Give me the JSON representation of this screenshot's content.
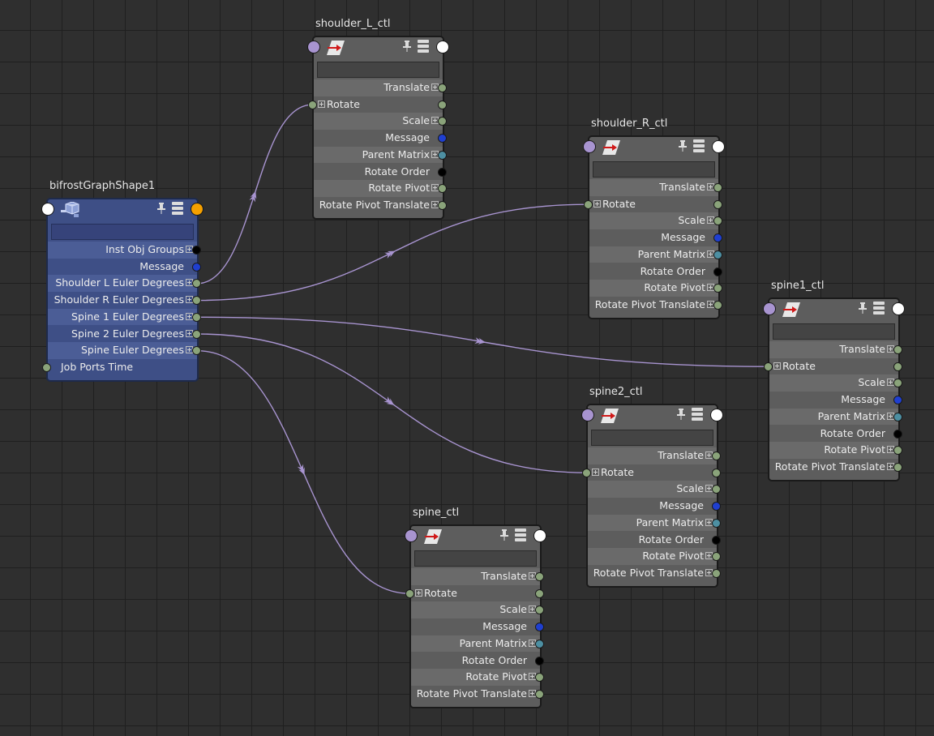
{
  "colors": {
    "wire": "#a894d0",
    "port_default": "#8aa37a",
    "port_message": "#1f3fd0",
    "port_matrix": "#4d8fa2",
    "port_order": "#000000",
    "port_input": "#a894d0",
    "port_output": "#ffffff",
    "port_orange": "#f5a000"
  },
  "icons": {
    "pin": "pin-icon",
    "stack": "attribute-stack-icon",
    "transform": "transform-arrow-icon",
    "bifrost": "bifrost-cube-icon"
  },
  "bifrost": {
    "title": "bifrostGraphShape1",
    "rows": [
      {
        "label": "Inst Obj Groups",
        "port": "order",
        "expand": true
      },
      {
        "label": "Message",
        "port": "message",
        "expand": false
      },
      {
        "label": "Shoulder L Euler Degrees",
        "port": "default",
        "expand": true
      },
      {
        "label": "Shoulder R Euler Degrees",
        "port": "default",
        "expand": true
      },
      {
        "label": "Spine 1 Euler Degrees",
        "port": "default",
        "expand": true
      },
      {
        "label": "Spine 2 Euler Degrees",
        "port": "default",
        "expand": true
      },
      {
        "label": "Spine Euler Degrees",
        "port": "default",
        "expand": true
      },
      {
        "label": "Job Ports Time",
        "port": "default",
        "expand": false,
        "left": true
      }
    ]
  },
  "nodes": [
    {
      "id": "shoulder_L",
      "title": "shoulder_L_ctl"
    },
    {
      "id": "shoulder_R",
      "title": "shoulder_R_ctl"
    },
    {
      "id": "spine1",
      "title": "spine1_ctl"
    },
    {
      "id": "spine2",
      "title": "spine2_ctl"
    },
    {
      "id": "spine",
      "title": "spine_ctl"
    }
  ],
  "transform_rows": [
    {
      "label": "Translate",
      "port": "default",
      "expand": true
    },
    {
      "label": "Rotate",
      "port": "default",
      "expand": true,
      "left": true
    },
    {
      "label": "Scale",
      "port": "default",
      "expand": true
    },
    {
      "label": "Message",
      "port": "message",
      "expand": false
    },
    {
      "label": "Parent Matrix",
      "port": "matrix",
      "expand": true
    },
    {
      "label": "Rotate Order",
      "port": "order",
      "expand": false
    },
    {
      "label": "Rotate Pivot",
      "port": "default",
      "expand": true
    },
    {
      "label": "Rotate Pivot Translate",
      "port": "default",
      "expand": true
    }
  ],
  "connections": [
    {
      "from": "Shoulder L Euler Degrees",
      "to": "shoulder_L"
    },
    {
      "from": "Shoulder R Euler Degrees",
      "to": "shoulder_R"
    },
    {
      "from": "Spine 1 Euler Degrees",
      "to": "spine1"
    },
    {
      "from": "Spine 2 Euler Degrees",
      "to": "spine2"
    },
    {
      "from": "Spine Euler Degrees",
      "to": "spine"
    }
  ]
}
